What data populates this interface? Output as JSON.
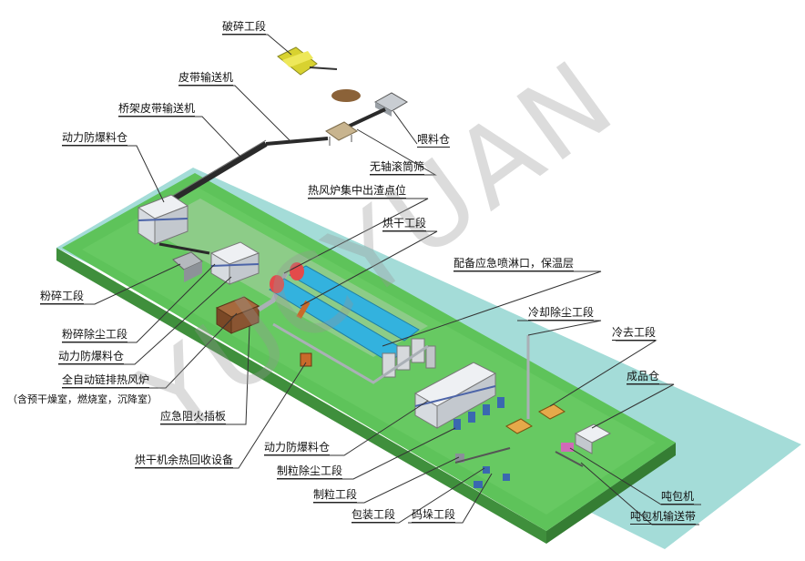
{
  "title": "",
  "watermark": "YUCYUAN",
  "labels": {
    "crushing_top": "破碎工段",
    "belt_conveyor": "皮带输送机",
    "bridge_belt": "桥架皮带输送机",
    "feed_bin": "喂料仓",
    "power_bin_1": "动力防爆料仓",
    "trommel": "无轴滚筒筛",
    "slag_point": "热风炉集中出渣点位",
    "drying": "烘干工段",
    "spray": "配备应急喷淋口，保温层",
    "grinding": "粉碎工段",
    "grind_dust": "粉碎除尘工段",
    "power_bin_2": "动力防爆料仓",
    "furnace": "全自动链排热风炉",
    "furnace_note": "（含预干燥室，燃烧室，沉降室）",
    "fire_gate": "应急阻火插板",
    "heat_recovery": "烘干机余热回收设备",
    "power_bin_3": "动力防爆料仓",
    "pellet_dust": "制粒除尘工段",
    "pelletizing": "制粒工段",
    "packing": "包装工段",
    "stacking": "码垛工段",
    "cool_dust": "冷却除尘工段",
    "cooling": "冷去工段",
    "product_bin": "成品仓",
    "ton_bag": "吨包机",
    "ton_bag_conveyor": "吨包机输送带"
  },
  "colors": {
    "platform_green": "#5ec35a",
    "water_cyan": "#a4dcd8",
    "dryer_blue": "#33b2de",
    "bin_grey": "#d9dde2",
    "furnace_brown": "#8a5532",
    "belt_dark": "#2a2a2a",
    "crusher_yellow": "#d8d230",
    "leader_line": "#333333"
  }
}
